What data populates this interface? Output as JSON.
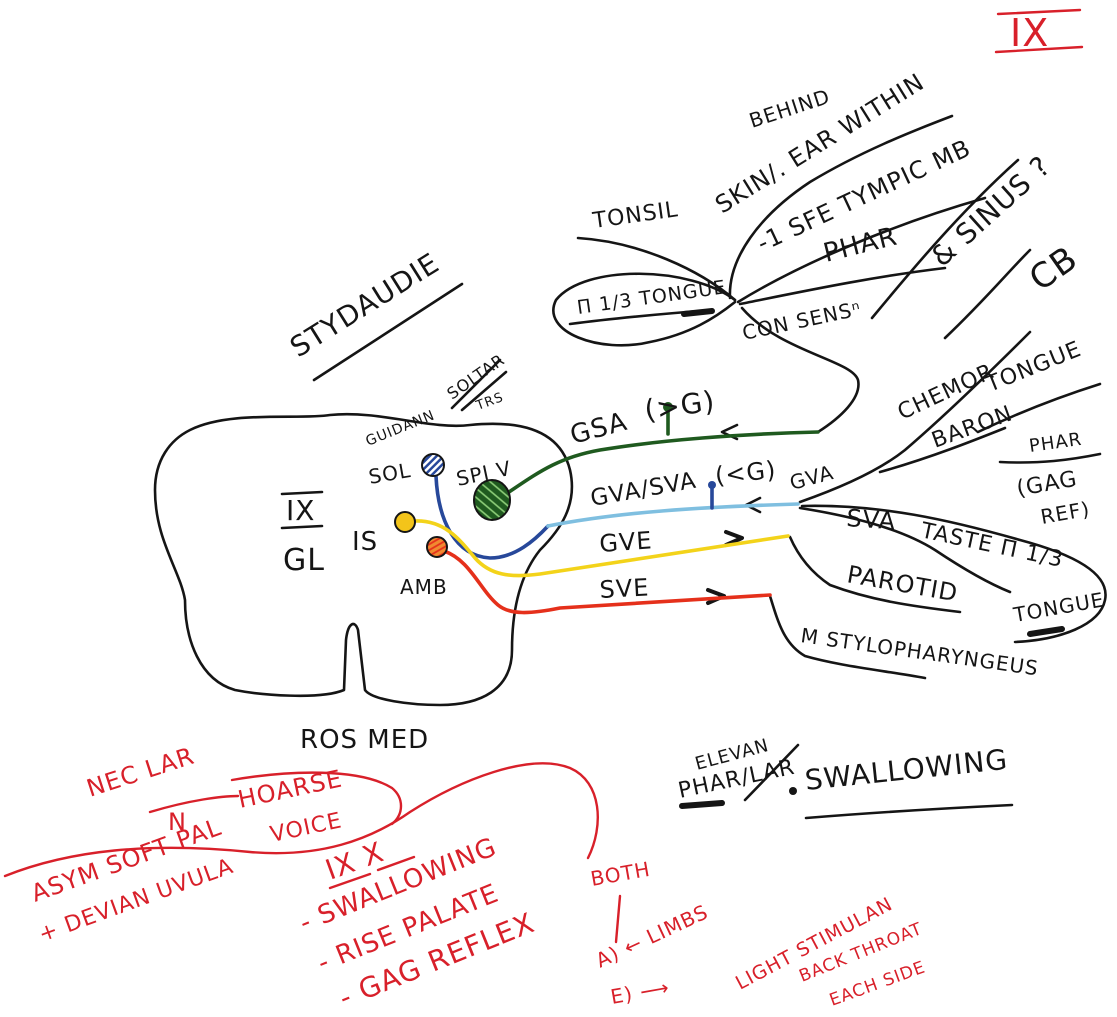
{
  "header": {
    "nerve_label": "IX"
  },
  "brainstem": {
    "section_label": "IX",
    "nerve_abbrev": "GL",
    "level_label": "ROS MED",
    "nuclei": {
      "sol": "SOL",
      "spi_v": "SPI V",
      "is": "IS",
      "amb": "AMB"
    },
    "notes": {
      "heading": "STYDAUDIE",
      "guidance": "GUIDANN",
      "crossed_1": "SOLTAR",
      "crossed_2": "TRS"
    }
  },
  "fibers": {
    "gsa": "GSA",
    "gsa_qual": "(>G)",
    "gva_sva": "GVA/SVA",
    "gva_sva_qual": "(<G)",
    "gve": "GVE",
    "sve": "SVE"
  },
  "branches": {
    "behind": "BEHIND",
    "skin_ear": "SKIN/. EAR WITHIN",
    "tympanic": "-1 SFE TYMPIC MB",
    "phar_upper": "PHAR",
    "sinus": "& SINUS ?",
    "cb": "CB",
    "tonsil": "TONSIL",
    "post_tongue": "Π 1/3 TONGUE",
    "con_sens": "CON SENSⁿ",
    "gva": "GVA",
    "chemor": "CHEMOR",
    "baron": "BARON",
    "tongue_upper": "TONGUE",
    "phar_right": "PHAR",
    "gag": "(GAG",
    "ref": "REF)",
    "sva": "SVA",
    "taste": "TASTE Π 1/3",
    "tongue_lower": "TONGUE",
    "parotid": "PAROTID",
    "stylopharyngeus": "M STYLOPHARYNGEUS",
    "elevan": "ELEVAN",
    "phar_lar": "PHAR/LAR",
    "swallowing": "SWALLOWING"
  },
  "clinical": {
    "nec_lar": "NEC LAR",
    "n": "N",
    "hoarse": "HOARSE",
    "voice": "VOICE",
    "asym": "ASYM SOFT PAL",
    "uvula": "+ DEVIAN UVULA",
    "ix_x": "IX X",
    "swallowing": "- SWALLOWING",
    "rise_palate": "- RISE PALATE",
    "gag_reflex": "- GAG REFLEX",
    "both": "BOTH",
    "a_limbs": "A) ← LIMBS",
    "e_arrow": "E) ⟶",
    "light": "LIGHT STIMULAN",
    "back_throat": "BACK THROAT",
    "each_side": "EACH SIDE"
  },
  "colors": {
    "ink": "#151515",
    "gsa": "#1f5a1f",
    "gsa_hatch": "#8fd07a",
    "sol": "#27489a",
    "gva_sva": "#7fbfe0",
    "gve": "#f3d31a",
    "sve": "#e5301b",
    "amb": "#f08a30",
    "is": "#f3c41a",
    "clinical": "#d8202a",
    "paper": "#ffffff"
  }
}
